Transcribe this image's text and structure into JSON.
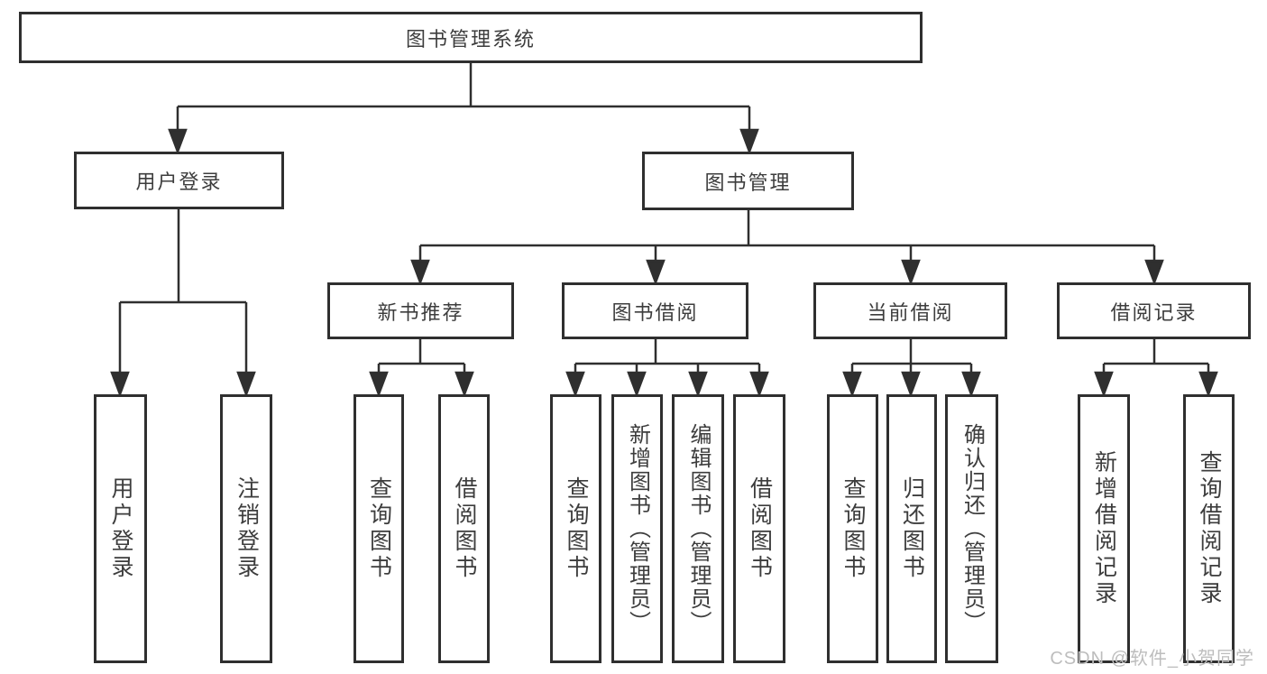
{
  "tree": {
    "root": {
      "label": "图书管理系统"
    },
    "branches": [
      {
        "label": "用户登录",
        "children": [
          {
            "label": "用户登录"
          },
          {
            "label": "注销登录"
          }
        ]
      },
      {
        "label": "图书管理",
        "groups": [
          {
            "label": "新书推荐",
            "children": [
              {
                "label": "查询图书"
              },
              {
                "label": "借阅图书"
              }
            ]
          },
          {
            "label": "图书借阅",
            "children": [
              {
                "label": "查询图书"
              },
              {
                "label": "新增图书（管理员）"
              },
              {
                "label": "编辑图书（管理员）"
              },
              {
                "label": "借阅图书"
              }
            ]
          },
          {
            "label": "当前借阅",
            "children": [
              {
                "label": "查询图书"
              },
              {
                "label": "归还图书"
              },
              {
                "label": "确认归还（管理员）"
              }
            ]
          },
          {
            "label": "借阅记录",
            "children": [
              {
                "label": "新增借阅记录"
              },
              {
                "label": "查询借阅记录"
              }
            ]
          }
        ]
      }
    ]
  },
  "watermark": {
    "text": "CSDN @软件_小贺同学"
  },
  "colors": {
    "line": "#2f2f2f",
    "text": "#3d3d3d",
    "watermark": "#bdbdbd",
    "background": "#ffffff"
  }
}
